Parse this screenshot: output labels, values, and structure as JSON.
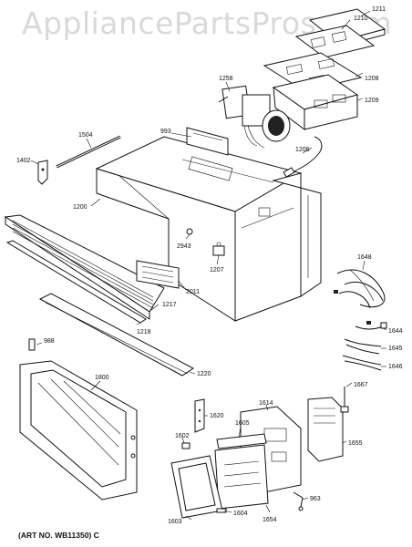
{
  "watermark": "AppliancePartsPros.com",
  "art_number": "(ART NO. WB11350) C",
  "part_labels": [
    "1211",
    "1210",
    "1208",
    "1209",
    "1258",
    "993",
    "1206",
    "1504",
    "1402",
    "1200",
    "2943",
    "1207",
    "2011",
    "1217",
    "1218",
    "988",
    "1800",
    "1220",
    "1648",
    "1644",
    "1645",
    "1646",
    "1614",
    "1667",
    "1620",
    "1605",
    "1655",
    "1602",
    "963",
    "1603",
    "1604",
    "1654"
  ]
}
